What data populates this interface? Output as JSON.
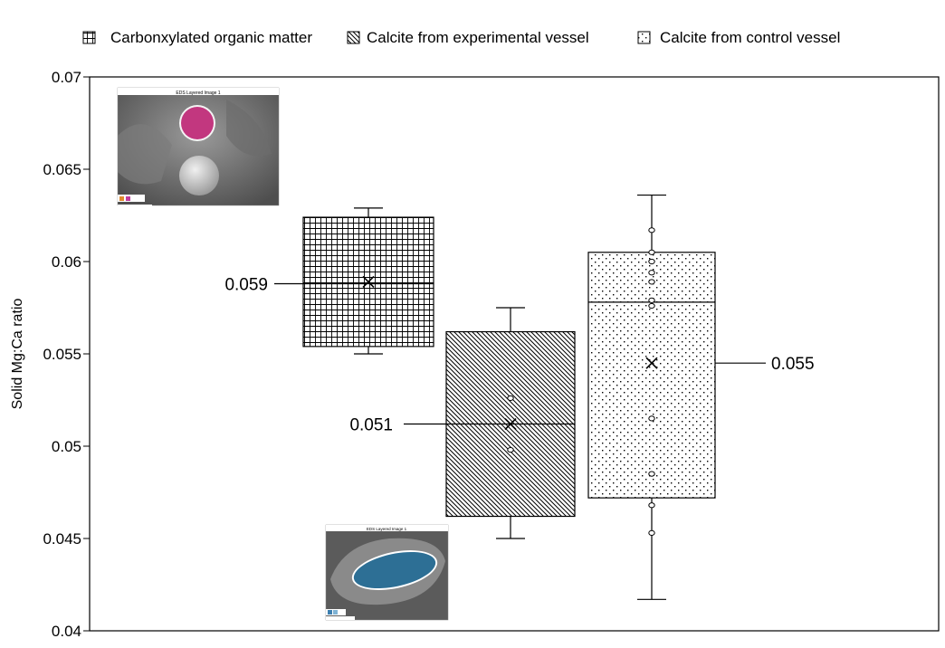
{
  "chart_data": {
    "type": "box",
    "title": "",
    "xlabel": "",
    "ylabel": "Solid Mg:Ca ratio",
    "ylim": [
      0.04,
      0.07
    ],
    "y_ticks": [
      "0.04",
      "0.045",
      "0.05",
      "0.055",
      "0.06",
      "0.065",
      "0.07"
    ],
    "grid": false,
    "legend_position": "top",
    "series": [
      {
        "name": "Carbonxylated organic matter",
        "pattern": "grid",
        "whisker_low": 0.055,
        "q1": 0.0554,
        "median": 0.0588,
        "q3": 0.0624,
        "whisker_high": 0.0629,
        "mean": 0.0589,
        "outliers": [],
        "points": [],
        "annotation": "0.059"
      },
      {
        "name": "Calcite from experimental vessel",
        "pattern": "diagonal",
        "whisker_low": 0.045,
        "q1": 0.0462,
        "median": 0.0512,
        "q3": 0.0562,
        "whisker_high": 0.0575,
        "mean": 0.0512,
        "points": [
          0.0526,
          0.0498
        ],
        "annotation": "0.051"
      },
      {
        "name": "Calcite from control vessel",
        "pattern": "dots",
        "whisker_low": 0.0417,
        "q1": 0.0472,
        "median": 0.0578,
        "q3": 0.0605,
        "whisker_high": 0.0636,
        "mean": 0.0545,
        "points": [
          0.0617,
          0.0605,
          0.06,
          0.0594,
          0.0589,
          0.0579,
          0.0576,
          0.0515,
          0.0485,
          0.0468,
          0.0453
        ],
        "annotation": "0.055"
      }
    ]
  },
  "colors": {
    "axis": "#000000",
    "box_stroke": "#000000",
    "sem_pink": "#c2377f",
    "sem_blue": "#2d6f95"
  },
  "insets": [
    {
      "caption": "EDS Layered Image 1"
    },
    {
      "caption": "EDS Layered Image 1"
    }
  ]
}
